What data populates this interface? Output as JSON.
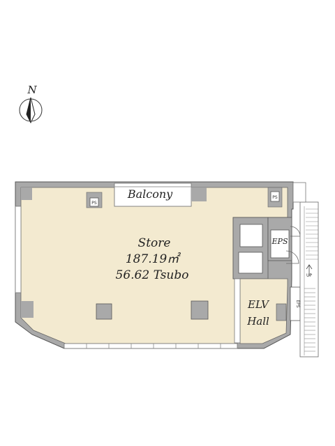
{
  "compass": {
    "label": "N"
  },
  "balcony": {
    "label": "Balcony"
  },
  "store": {
    "name": "Store",
    "area_m2": "187.19㎡",
    "area_tsubo": "56.62 Tsubo"
  },
  "eps_upper": {
    "label": "EPS"
  },
  "eps_lower": {
    "label": "EPS"
  },
  "elv_hall": {
    "line1": "ELV",
    "line2": "Hall"
  },
  "ps_left": {
    "label": "PS"
  },
  "ps_right": {
    "label": "PS"
  },
  "stair": {
    "label": "UP"
  },
  "colors": {
    "floor": "#f3ead0",
    "wall": "#a9a9a9",
    "outline": "#555555",
    "window": "#ffffff"
  }
}
